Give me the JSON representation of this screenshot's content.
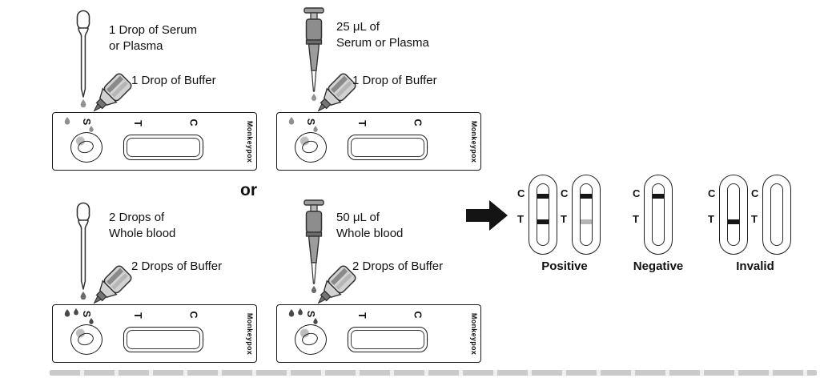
{
  "panels": [
    {
      "tool": "dropper",
      "sample_text": "1 Drop of Serum\nor Plasma",
      "buffer_text": "1 Drop of Buffer",
      "drop_style": "serum"
    },
    {
      "tool": "micropipette",
      "sample_text": "25 μL of\nSerum or Plasma",
      "buffer_text": "1 Drop of Buffer",
      "drop_style": "serum"
    },
    {
      "tool": "dropper",
      "sample_text": "2 Drops of\nWhole blood",
      "buffer_text": "2 Drops of Buffer",
      "drop_style": "blood"
    },
    {
      "tool": "micropipette",
      "sample_text": "50 μL of\nWhole blood",
      "buffer_text": "2 Drops of Buffer",
      "drop_style": "blood"
    }
  ],
  "cassette": {
    "sample_well_label": "S",
    "test_line_label": "T",
    "control_line_label": "C",
    "brand": "Monkeypox"
  },
  "or_label": "or",
  "results": {
    "line_labels": {
      "c": "C",
      "t": "T"
    },
    "groups": [
      {
        "label": "Positive",
        "strips": [
          {
            "c": "dark",
            "t": "dark"
          },
          {
            "c": "dark",
            "t": "faint"
          }
        ]
      },
      {
        "label": "Negative",
        "strips": [
          {
            "c": "dark",
            "t": "none"
          }
        ]
      },
      {
        "label": "Invalid",
        "strips": [
          {
            "c": "none",
            "t": "dark"
          },
          {
            "c": "none",
            "t": "none"
          }
        ]
      }
    ]
  },
  "colors": {
    "line_dark": "#161616",
    "line_faint": "#b4b4b4"
  }
}
